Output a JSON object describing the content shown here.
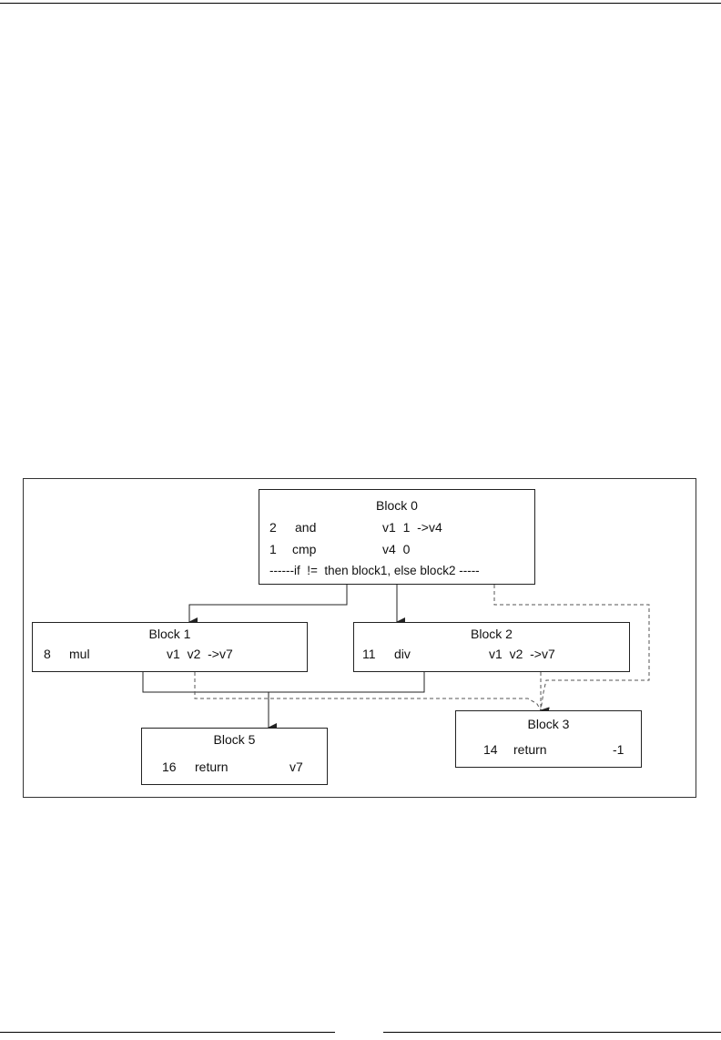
{
  "diagram": {
    "blocks": [
      {
        "title": "Block 0",
        "instructions": [
          {
            "num": "2",
            "op": "and",
            "operands": "v1  1  ->v4"
          },
          {
            "num": "1",
            "op": "cmp",
            "operands": "v4  0"
          }
        ],
        "branch": "------if  !=  then block1, else block2 -----"
      },
      {
        "title": "Block 1",
        "instructions": [
          {
            "num": "8",
            "op": "mul",
            "operands": "v1  v2  ->v7"
          }
        ]
      },
      {
        "title": "Block 2",
        "instructions": [
          {
            "num": "11",
            "op": "div",
            "operands": "v1  v2  ->v7"
          }
        ]
      },
      {
        "title": "Block 5",
        "instructions": [
          {
            "num": "16",
            "op": "return",
            "operands": "v7"
          }
        ]
      },
      {
        "title": "Block 3",
        "instructions": [
          {
            "num": "14",
            "op": "return",
            "operands": "-1"
          }
        ]
      }
    ],
    "edges": [
      {
        "from": "Block 0",
        "to": "Block 1",
        "style": "solid"
      },
      {
        "from": "Block 0",
        "to": "Block 2",
        "style": "solid"
      },
      {
        "from": "Block 0",
        "to": "Block 3",
        "style": "dashed"
      },
      {
        "from": "Block 1",
        "to": "Block 5",
        "style": "solid"
      },
      {
        "from": "Block 2",
        "to": "Block 5",
        "style": "solid"
      },
      {
        "from": "Block 1",
        "to": "Block 3",
        "style": "dashed"
      },
      {
        "from": "Block 2",
        "to": "Block 3",
        "style": "dashed"
      }
    ],
    "colors": {
      "line": "#222222",
      "dashed_line": "#555555"
    }
  }
}
